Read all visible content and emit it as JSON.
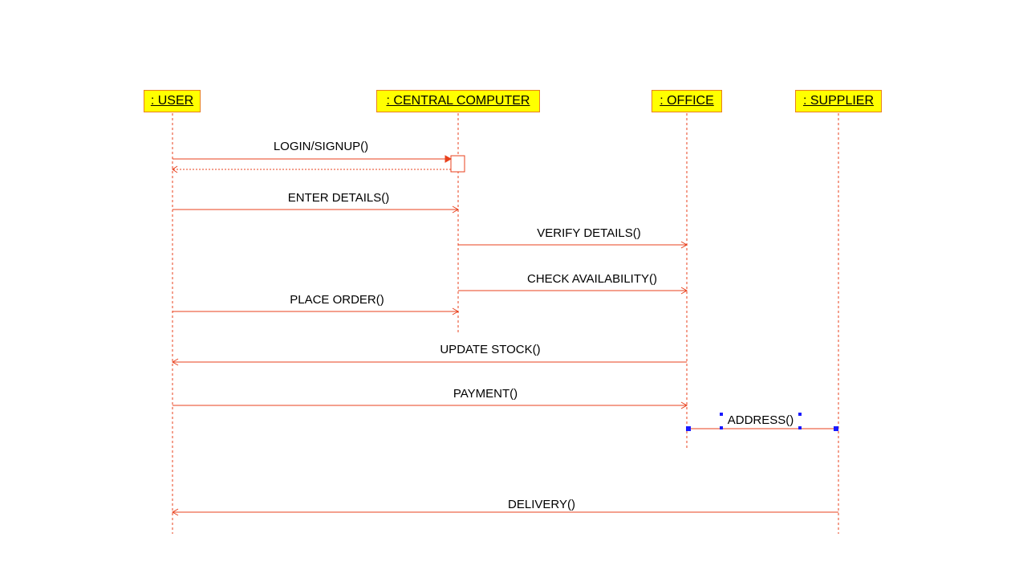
{
  "diagram": {
    "actors": [
      {
        "id": "user",
        "label": ": USER"
      },
      {
        "id": "central",
        "label": ": CENTRAL COMPUTER"
      },
      {
        "id": "office",
        "label": ": OFFICE"
      },
      {
        "id": "supplier",
        "label": ": SUPPLIER"
      }
    ],
    "messages": [
      {
        "label": "LOGIN/SIGNUP()",
        "from": "user",
        "to": "central",
        "kind": "sync"
      },
      {
        "label": "",
        "from": "central",
        "to": "user",
        "kind": "return"
      },
      {
        "label": "ENTER DETAILS()",
        "from": "user",
        "to": "central",
        "kind": "async"
      },
      {
        "label": "VERIFY DETAILS()",
        "from": "central",
        "to": "office",
        "kind": "async"
      },
      {
        "label": "CHECK AVAILABILITY()",
        "from": "central",
        "to": "office",
        "kind": "async"
      },
      {
        "label": "PLACE ORDER()",
        "from": "user",
        "to": "central",
        "kind": "async"
      },
      {
        "label": "UPDATE STOCK()",
        "from": "office",
        "to": "user",
        "kind": "async"
      },
      {
        "label": "PAYMENT()",
        "from": "user",
        "to": "office",
        "kind": "async"
      },
      {
        "label": "ADDRESS()",
        "from": "office",
        "to": "supplier",
        "kind": "selected"
      },
      {
        "label": "DELIVERY()",
        "from": "supplier",
        "to": "user",
        "kind": "async"
      }
    ],
    "colors": {
      "line": "#e8401c",
      "actor_fill": "#ffff00",
      "actor_border": "#e8801c",
      "selection": "#1a1aff"
    }
  }
}
